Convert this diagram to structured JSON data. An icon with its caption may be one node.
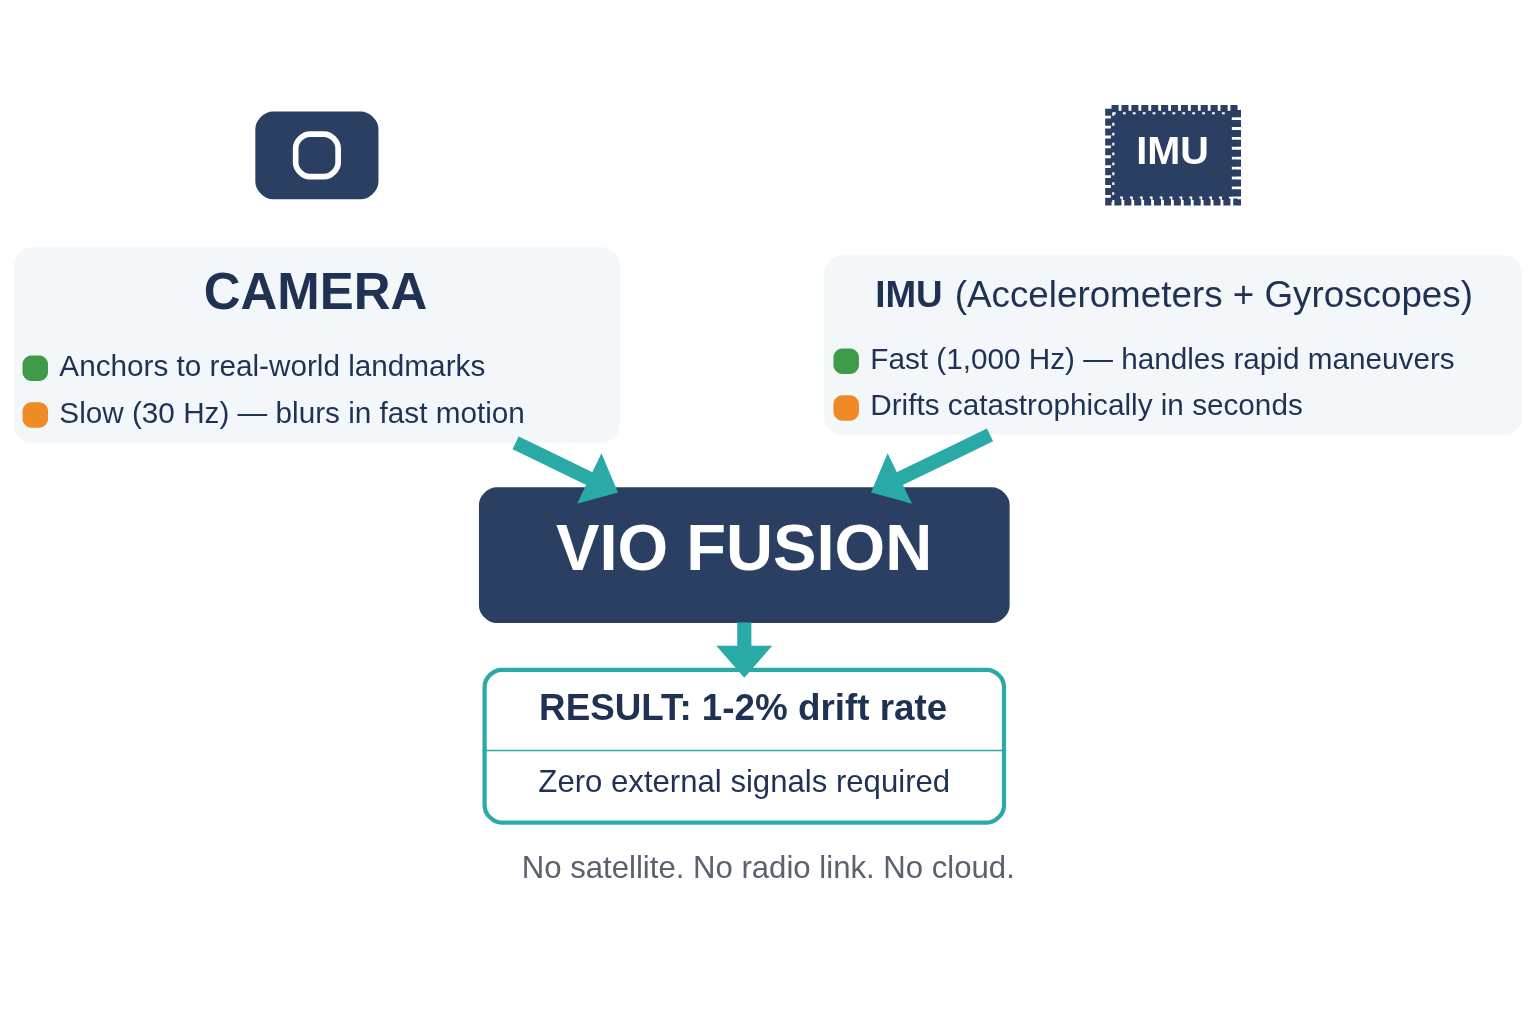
{
  "diagram": {
    "caption": "No satellite. No radio link. No cloud.",
    "nodes": [
      {
        "text": [],
        "shape": "picture"
      },
      {
        "text": [
          "CAMERA",
          "Anchors to real-world landmarks",
          "Slow (30 Hz) — blurs in fast motion"
        ]
      },
      {
        "text": [
          "IMU"
        ]
      },
      {
        "text": [
          "**IMU** (Accelerometers + Gyroscopes)",
          "Fast (1,000 Hz) — handles rapid maneuvers",
          "Drifts catastrophically in seconds"
        ]
      },
      {
        "text": [
          "VIO FUSION"
        ]
      },
      {
        "text": [
          "RESULT: 1-2% drift rate",
          "Zero external signals required"
        ]
      }
    ],
    "edges": [
      {
        "from": 1,
        "to": 4,
        "arrow": "to"
      },
      {
        "from": 3,
        "to": 4,
        "arrow": "to"
      },
      {
        "from": 4,
        "to": 5,
        "arrow": "to"
      }
    ]
  }
}
